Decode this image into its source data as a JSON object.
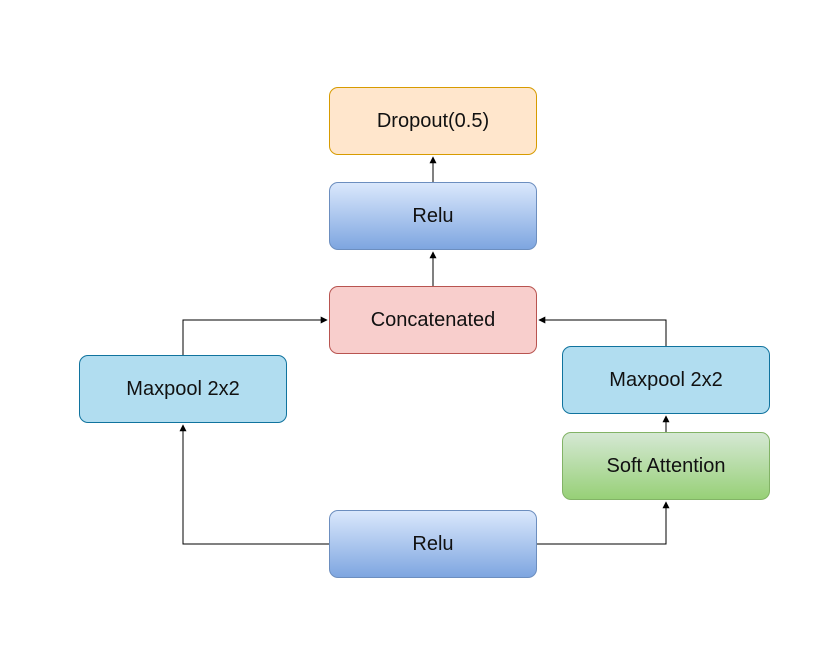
{
  "diagram": {
    "nodes": {
      "dropout": "Dropout(0.5)",
      "relu_top": "Relu",
      "concatenated": "Concatenated",
      "maxpool_left": "Maxpool 2x2",
      "maxpool_right": "Maxpool 2x2",
      "soft_attention": "Soft Attention",
      "relu_bottom": "Relu"
    },
    "edges": [
      {
        "from": "relu_bottom",
        "to": "maxpool_left"
      },
      {
        "from": "relu_bottom",
        "to": "soft_attention"
      },
      {
        "from": "soft_attention",
        "to": "maxpool_right"
      },
      {
        "from": "maxpool_left",
        "to": "concatenated"
      },
      {
        "from": "maxpool_right",
        "to": "concatenated"
      },
      {
        "from": "concatenated",
        "to": "relu_top"
      },
      {
        "from": "relu_top",
        "to": "dropout"
      }
    ]
  }
}
